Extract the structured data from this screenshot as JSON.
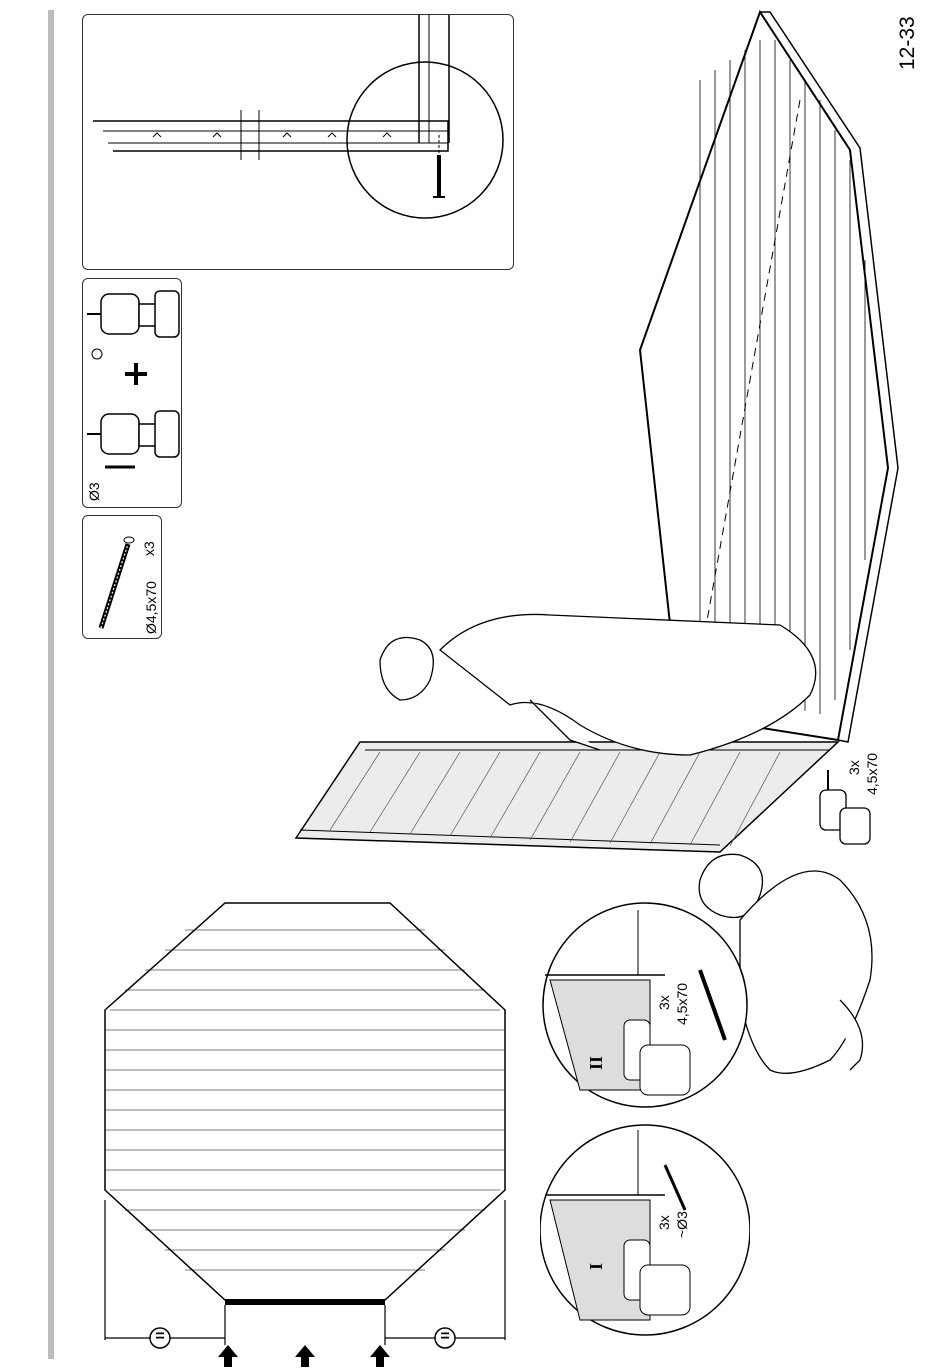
{
  "page": {
    "page_number": "12-33"
  },
  "parts_box": {
    "screw_spec": "Ø4,5x70",
    "quantity": "x3"
  },
  "tools_box": {
    "drill_bit": "Ø3"
  },
  "main": {
    "screw_callout_qty": "3x",
    "screw_callout_spec": "4,5x70"
  },
  "steps": [
    {
      "numeral": "I",
      "qty": "3x",
      "spec": "~Ø3"
    },
    {
      "numeral": "II",
      "qty": "3x",
      "spec": "4,5x70"
    }
  ],
  "floor_plan": {
    "equal_mark": "="
  },
  "colors": {
    "line": "#000000",
    "panel_fill": "#e6e6e6",
    "sidebar": "#bdbdbd"
  },
  "icons": [
    "drill-icon",
    "screwdriver-drill-icon",
    "screw-icon",
    "drill-bit-icon",
    "plus-icon",
    "arrow-up-icon"
  ]
}
